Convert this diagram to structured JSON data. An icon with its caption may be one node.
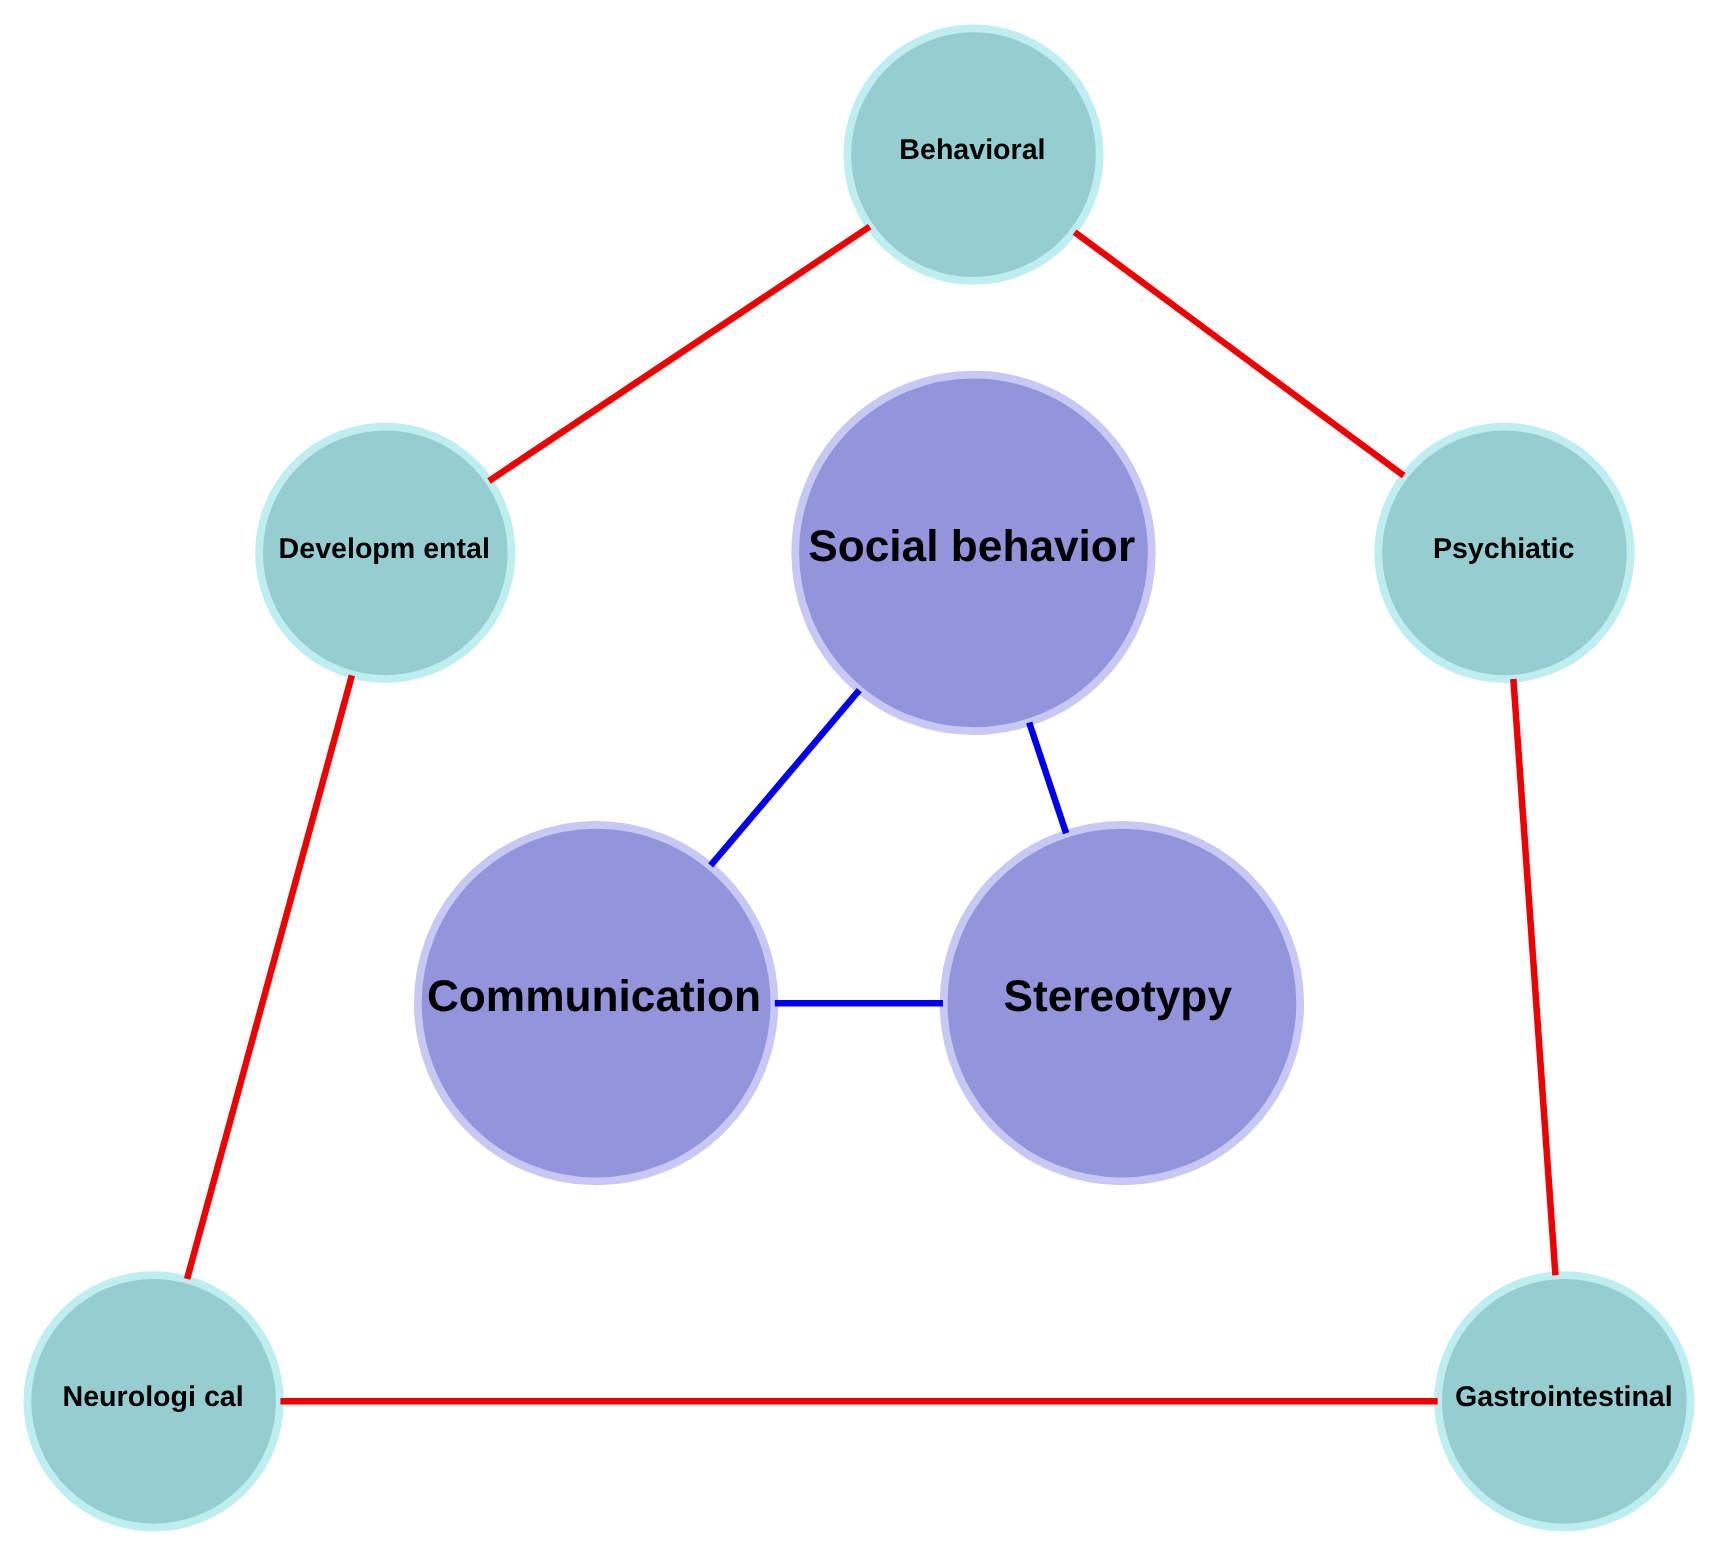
{
  "diagram": {
    "nodes": [
      {
        "text": [
          "Behavioral"
        ]
      },
      {
        "text": [
          "Developm ental"
        ]
      },
      {
        "text": [
          "Social behavior"
        ]
      },
      {
        "text": [
          "Psychiatic"
        ]
      },
      {
        "text": [
          "Communication"
        ]
      },
      {
        "text": [
          "Stereotypy"
        ]
      },
      {
        "text": [
          "Neurologi cal"
        ]
      },
      {
        "text": [
          "Gastrointestinal"
        ]
      }
    ],
    "edges": [
      {
        "from": 0,
        "to": 1,
        "arrow": "none"
      },
      {
        "from": 0,
        "to": 3,
        "arrow": "none"
      },
      {
        "from": 1,
        "to": 6,
        "arrow": "none"
      },
      {
        "from": 3,
        "to": 7,
        "arrow": "none"
      },
      {
        "from": 6,
        "to": 7,
        "arrow": "none"
      },
      {
        "from": 2,
        "to": 4,
        "arrow": "none",
        "color": "#0000ee"
      },
      {
        "from": 2,
        "to": 5,
        "arrow": "none",
        "color": "#0000ee"
      },
      {
        "from": 4,
        "to": 5,
        "arrow": "none",
        "color": "#0000ee"
      }
    ]
  }
}
